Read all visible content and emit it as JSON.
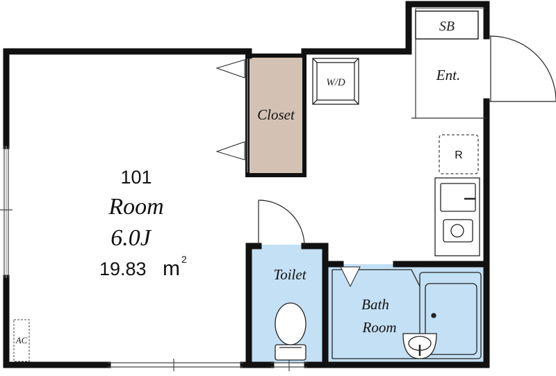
{
  "plan": {
    "unit_number": "101",
    "room_name": "Room",
    "room_size": "6.0J",
    "area_value": "19.83",
    "area_unit": "m",
    "area_unit_sup": "2",
    "closet_label": "Closet",
    "washer_label": "W/D",
    "shoe_box_label": "SB",
    "entrance_label": "Ent.",
    "fridge_label": "R",
    "toilet_label": "Toilet",
    "bath_label_line1": "Bath",
    "bath_label_line2": "Room",
    "ac_label": "AC"
  },
  "colors": {
    "wall": "#111111",
    "closet_fill": "#d3c2b3",
    "wet_area_fill": "#c4e0f5",
    "floor": "#ffffff"
  }
}
